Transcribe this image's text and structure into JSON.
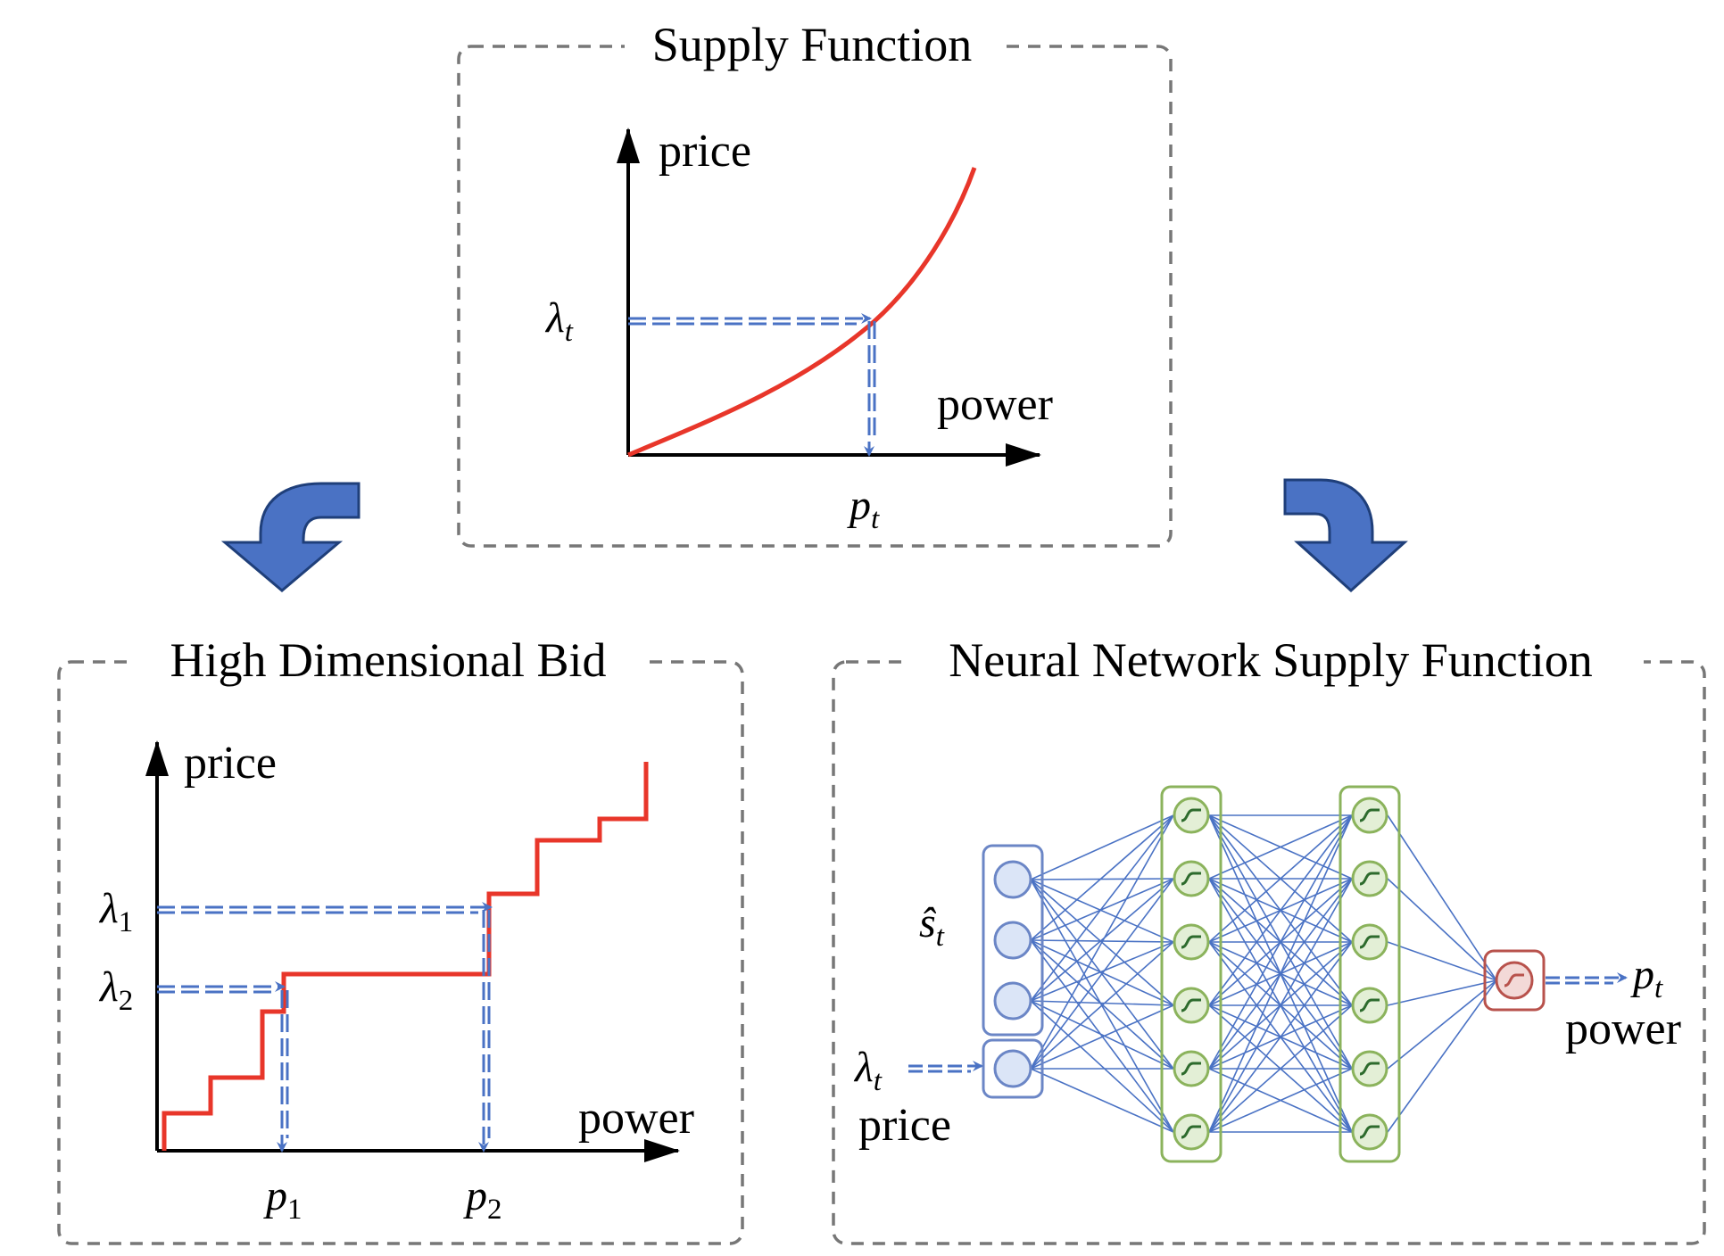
{
  "panels": {
    "supply": {
      "title": "Supply Function",
      "y_axis": "price",
      "x_axis": "power",
      "lambda_label": "λ",
      "lambda_sub": "t",
      "p_label": "p",
      "p_sub": "t"
    },
    "bid": {
      "title": "High Dimensional Bid",
      "y_axis": "price",
      "x_axis": "power",
      "lambda1_label": "λ",
      "lambda1_sub": "1",
      "lambda2_label": "λ",
      "lambda2_sub": "2",
      "p1_label": "p",
      "p1_sub": "1",
      "p2_label": "p",
      "p2_sub": "2"
    },
    "nn": {
      "title": "Neural Network Supply Function",
      "state_label": "ŝ",
      "state_sub": "t",
      "input_label": "λ",
      "input_sub": "t",
      "input_caption": "price",
      "output_label": "p",
      "output_sub": "t",
      "output_caption": "power"
    }
  },
  "colors": {
    "curve": "#e8362a",
    "guide": "#4a72c4",
    "arrow_fill": "#4a72c4",
    "arrow_stroke": "#1f3f7a",
    "panel_border": "#777777",
    "input_node": "#6b86c6",
    "hidden_node": "#8bb35c",
    "output_node": "#b8524c"
  },
  "network": {
    "state_nodes": 3,
    "input_nodes": 1,
    "hidden_layers": [
      6,
      6
    ],
    "output_nodes": 1
  }
}
